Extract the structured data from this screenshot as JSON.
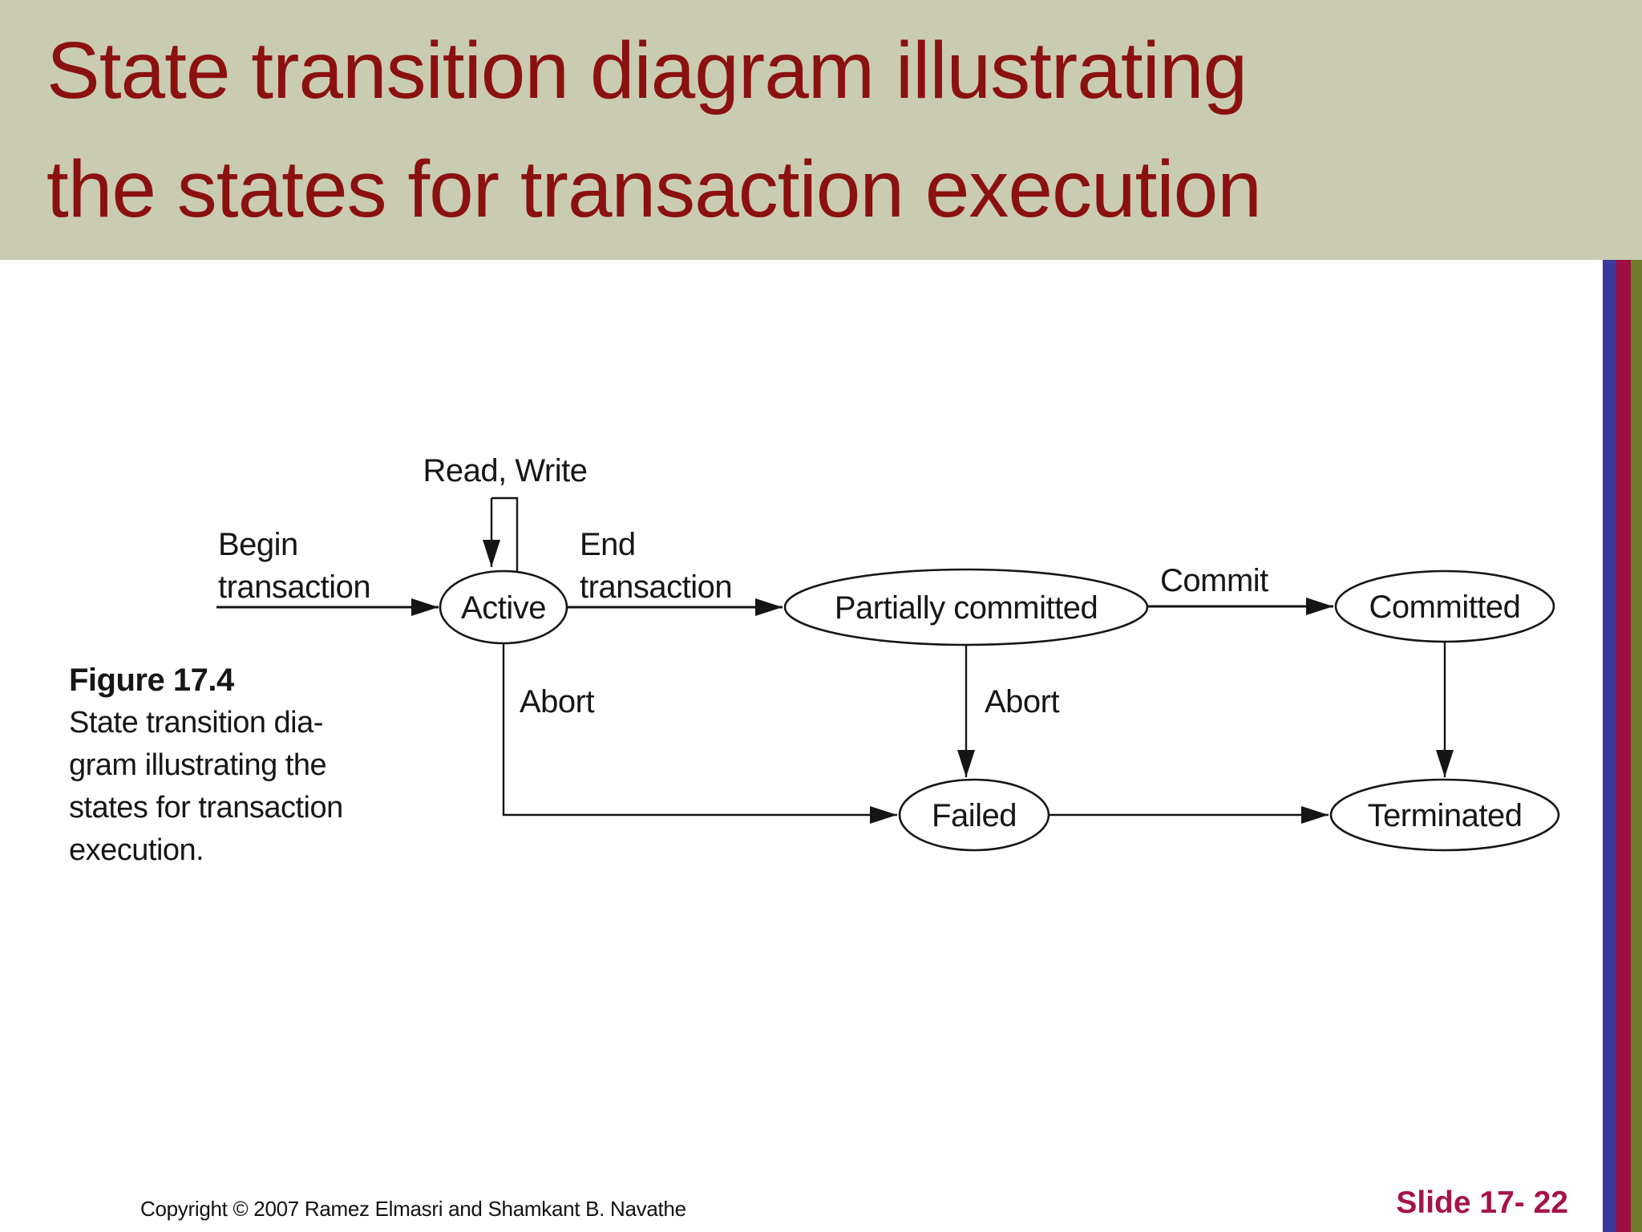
{
  "header": {
    "title_line1": "State transition diagram illustrating",
    "title_line2": "the states for transaction execution"
  },
  "diagram": {
    "nodes": {
      "active": "Active",
      "partially_committed": "Partially committed",
      "committed": "Committed",
      "failed": "Failed",
      "terminated": "Terminated"
    },
    "edge_labels": {
      "read_write": "Read, Write",
      "begin_line1": "Begin",
      "begin_line2": "transaction",
      "end_line1": "End",
      "end_line2": "transaction",
      "commit": "Commit",
      "abort_left": "Abort",
      "abort_right": "Abort"
    },
    "transitions": [
      {
        "from": "(start)",
        "to": "Active",
        "label": "Begin transaction"
      },
      {
        "from": "Active",
        "to": "Active",
        "label": "Read, Write"
      },
      {
        "from": "Active",
        "to": "Partially committed",
        "label": "End transaction"
      },
      {
        "from": "Partially committed",
        "to": "Committed",
        "label": "Commit"
      },
      {
        "from": "Partially committed",
        "to": "Failed",
        "label": "Abort"
      },
      {
        "from": "Active",
        "to": "Failed",
        "label": "Abort"
      },
      {
        "from": "Failed",
        "to": "Terminated",
        "label": ""
      },
      {
        "from": "Committed",
        "to": "Terminated",
        "label": ""
      }
    ]
  },
  "caption": {
    "title": "Figure 17.4",
    "lines": [
      "State transition dia-",
      "gram illustrating the",
      "states for transaction",
      "execution."
    ]
  },
  "footer": {
    "copyright": "Copyright © 2007 Ramez Elmasri and Shamkant B. Navathe",
    "slide_number": "Slide 17- 22"
  },
  "colors": {
    "header_bg": "#c9ccb1",
    "title_red": "#8b1110",
    "slide_number_red": "#a5134a",
    "stripe_blue": "#3b3a9b",
    "stripe_crimson": "#9e0e41",
    "stripe_olive": "#6e7b2a",
    "diagram_ink": "#151515",
    "body_bg": "#ffffff"
  }
}
